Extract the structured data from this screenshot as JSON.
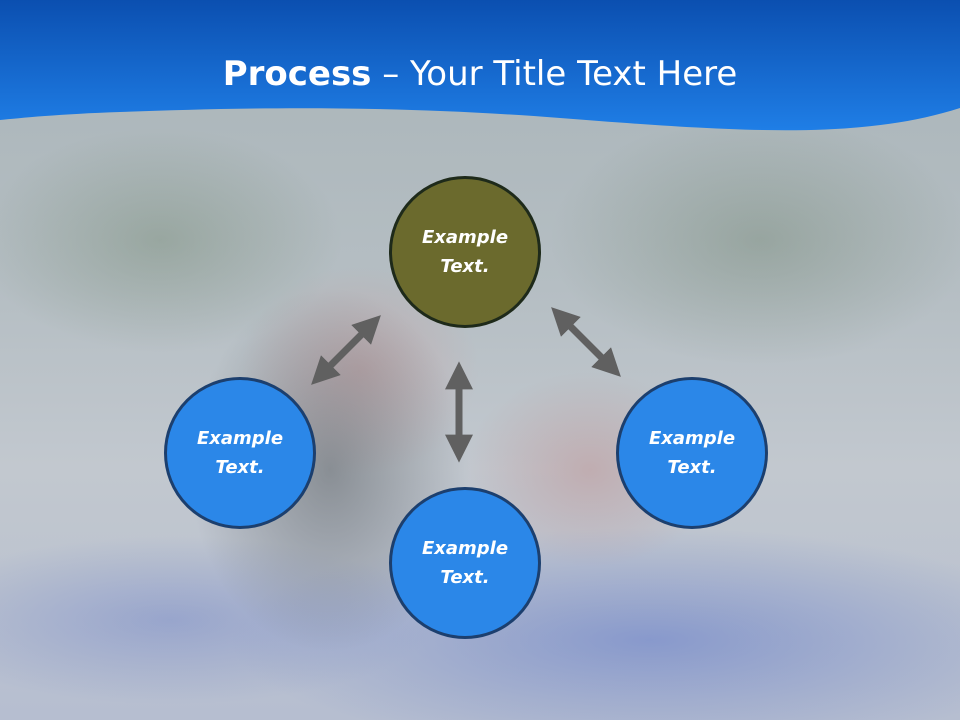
{
  "slide": {
    "title_bold": "Process",
    "title_rest": " – Your Title Text Here"
  },
  "colors": {
    "header_blue": "#1a73d9",
    "node_blue": "#2b87e8",
    "node_olive": "#6b6a2d",
    "arrow_gray": "#606060"
  },
  "nodes": [
    {
      "id": "top",
      "line1": "Example",
      "line2": "Text."
    },
    {
      "id": "left",
      "line1": "Example",
      "line2": "Text."
    },
    {
      "id": "bottom",
      "line1": "Example",
      "line2": "Text."
    },
    {
      "id": "right",
      "line1": "Example",
      "line2": "Text."
    }
  ],
  "arrows": [
    {
      "id": "top-left",
      "icon": "double-headed-arrow"
    },
    {
      "id": "top-bottom",
      "icon": "double-headed-arrow"
    },
    {
      "id": "top-right",
      "icon": "double-headed-arrow"
    }
  ]
}
